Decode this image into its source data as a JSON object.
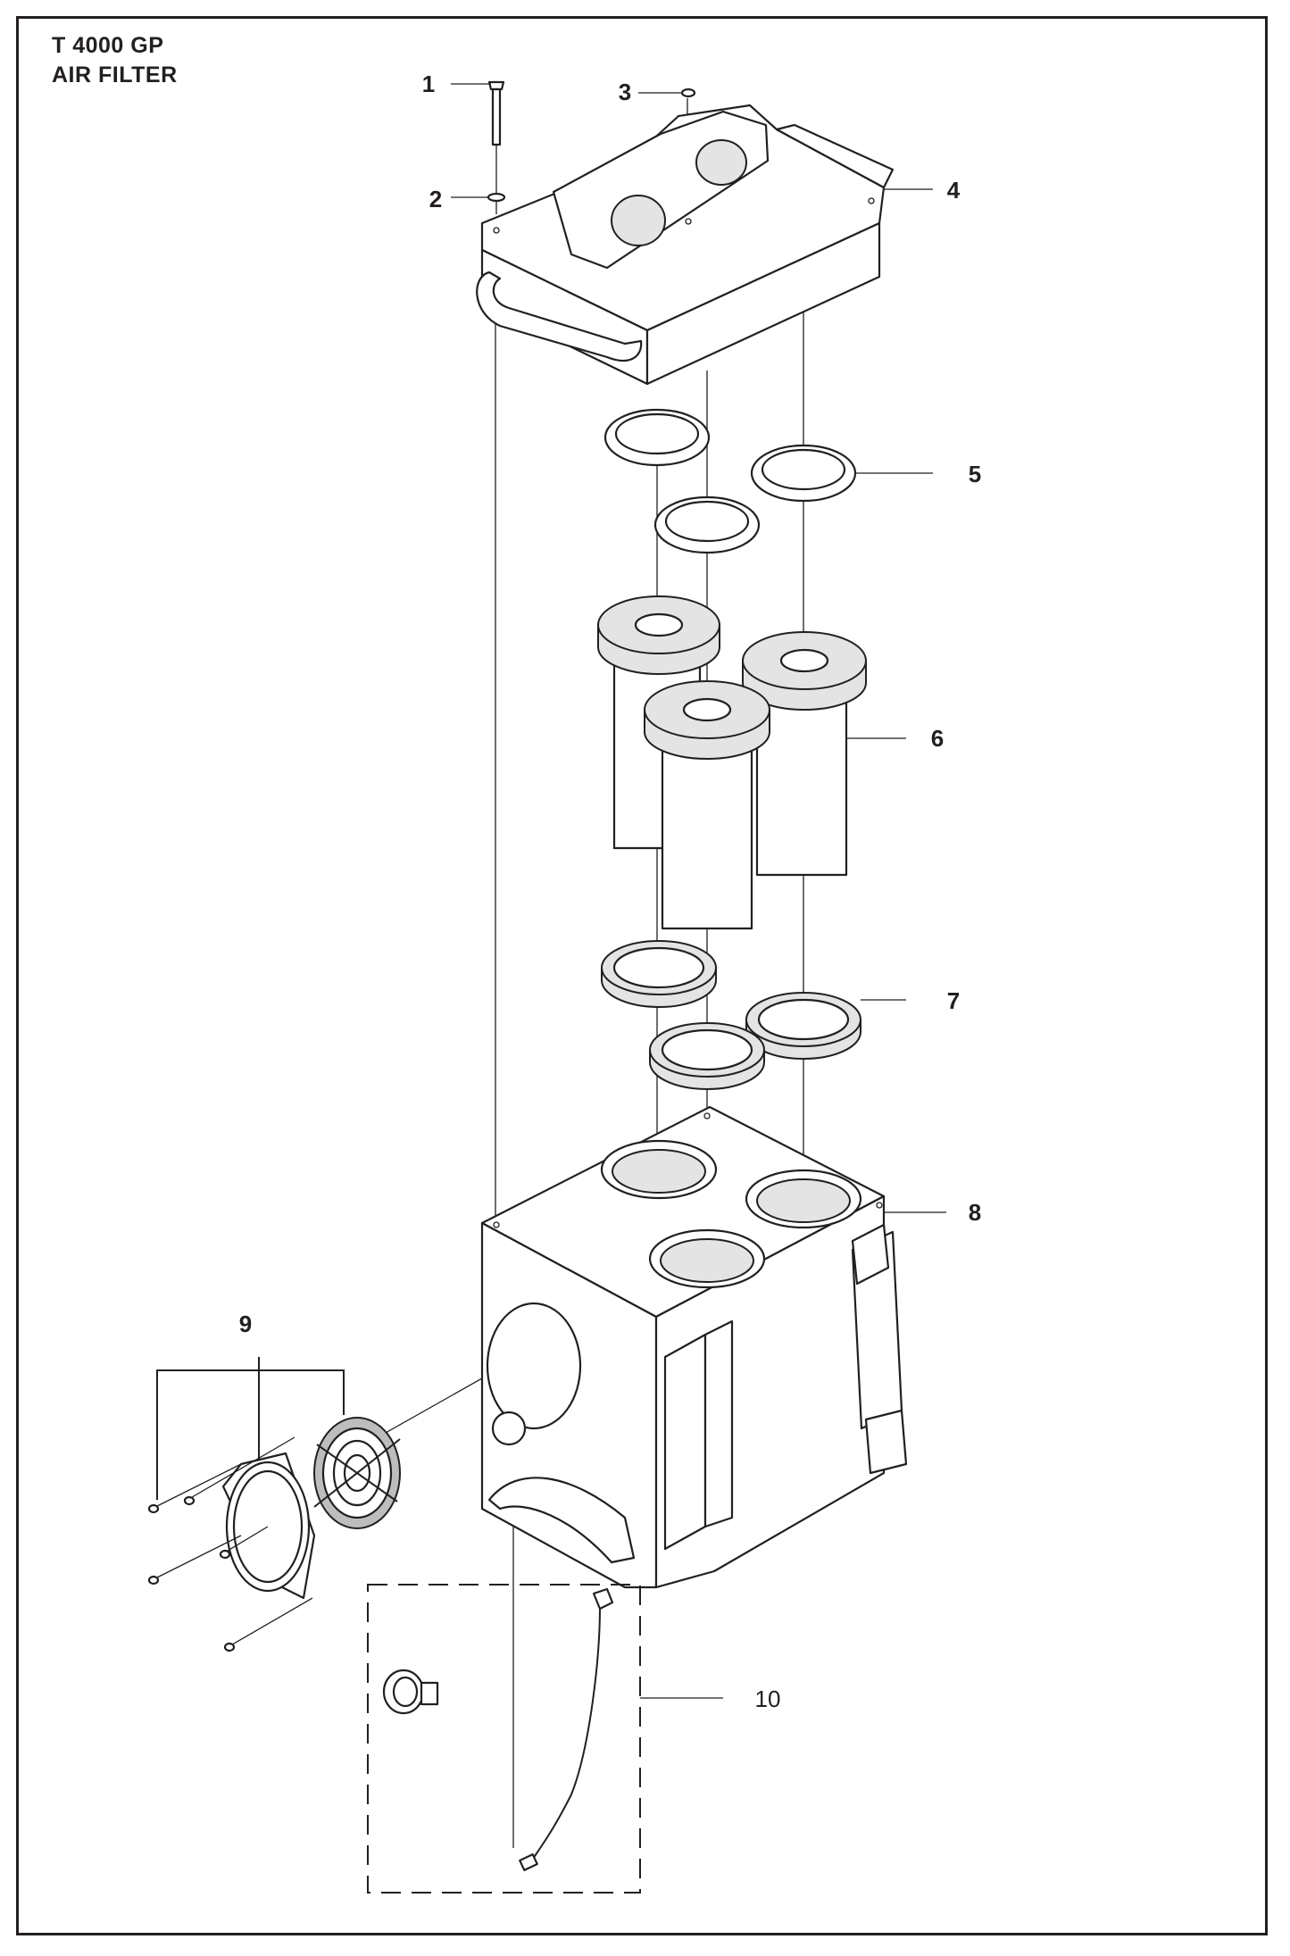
{
  "diagram": {
    "model": "T 4000 GP",
    "section": "AIR FILTER"
  },
  "callouts": [
    {
      "id": "1",
      "label": "1"
    },
    {
      "id": "2",
      "label": "2"
    },
    {
      "id": "3",
      "label": "3"
    },
    {
      "id": "4",
      "label": "4"
    },
    {
      "id": "5",
      "label": "5"
    },
    {
      "id": "6",
      "label": "6"
    },
    {
      "id": "7",
      "label": "7"
    },
    {
      "id": "8",
      "label": "8"
    },
    {
      "id": "9",
      "label": "9"
    },
    {
      "id": "10",
      "label": "10"
    }
  ],
  "colors": {
    "ink": "#231f20",
    "shade": "#e4e4e4",
    "background": "#ffffff"
  }
}
